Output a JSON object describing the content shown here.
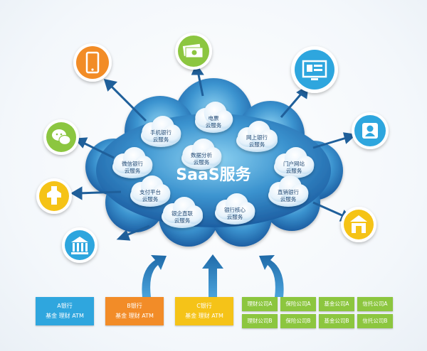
{
  "center_label": "SaaS服务",
  "services": [
    {
      "id": "mobile",
      "l1": "手机银行",
      "l2": "云服务"
    },
    {
      "id": "bill",
      "l1": "电票",
      "l2": "云服务"
    },
    {
      "id": "online",
      "l1": "网上银行",
      "l2": "云服务"
    },
    {
      "id": "wechat",
      "l1": "微信银行",
      "l2": "云服务"
    },
    {
      "id": "analysis",
      "l1": "数据分析",
      "l2": "云服务"
    },
    {
      "id": "portal",
      "l1": "门户网站",
      "l2": "云服务"
    },
    {
      "id": "payment",
      "l1": "支付平台",
      "l2": "云服务"
    },
    {
      "id": "direct",
      "l1": "直销银行",
      "l2": "云服务"
    },
    {
      "id": "bankcorp",
      "l1": "银企直联",
      "l2": "云服务"
    },
    {
      "id": "core",
      "l1": "银行核心",
      "l2": "云服务"
    }
  ],
  "banks": [
    {
      "title": "A银行",
      "sub": "基金  理财  ATM",
      "color": "#2fa6de"
    },
    {
      "title": "B银行",
      "sub": "基金  理财  ATM",
      "color": "#f28c28"
    },
    {
      "title": "C银行",
      "sub": "基金  理财  ATM",
      "color": "#f5c318"
    }
  ],
  "institutions": [
    [
      "理财公司A",
      "保险公司A",
      "基金公司A",
      "信托公司A"
    ],
    [
      "理财公司B",
      "保险公司B",
      "基金公司B",
      "信托公司B"
    ]
  ],
  "institution_color": "#8cc63f",
  "icons": [
    {
      "name": "mobile-phone-icon",
      "color": "#f28c28"
    },
    {
      "name": "money-icon",
      "color": "#8cc63f"
    },
    {
      "name": "computer-screen-icon",
      "color": "#2fa6de"
    },
    {
      "name": "wechat-icon",
      "color": "#8cc63f"
    },
    {
      "name": "user-icon",
      "color": "#2fa6de"
    },
    {
      "name": "merchant-icon",
      "color": "#f5c318"
    },
    {
      "name": "bank-building-icon",
      "color": "#f5c318"
    },
    {
      "name": "bank-icon",
      "color": "#2fa6de"
    }
  ]
}
